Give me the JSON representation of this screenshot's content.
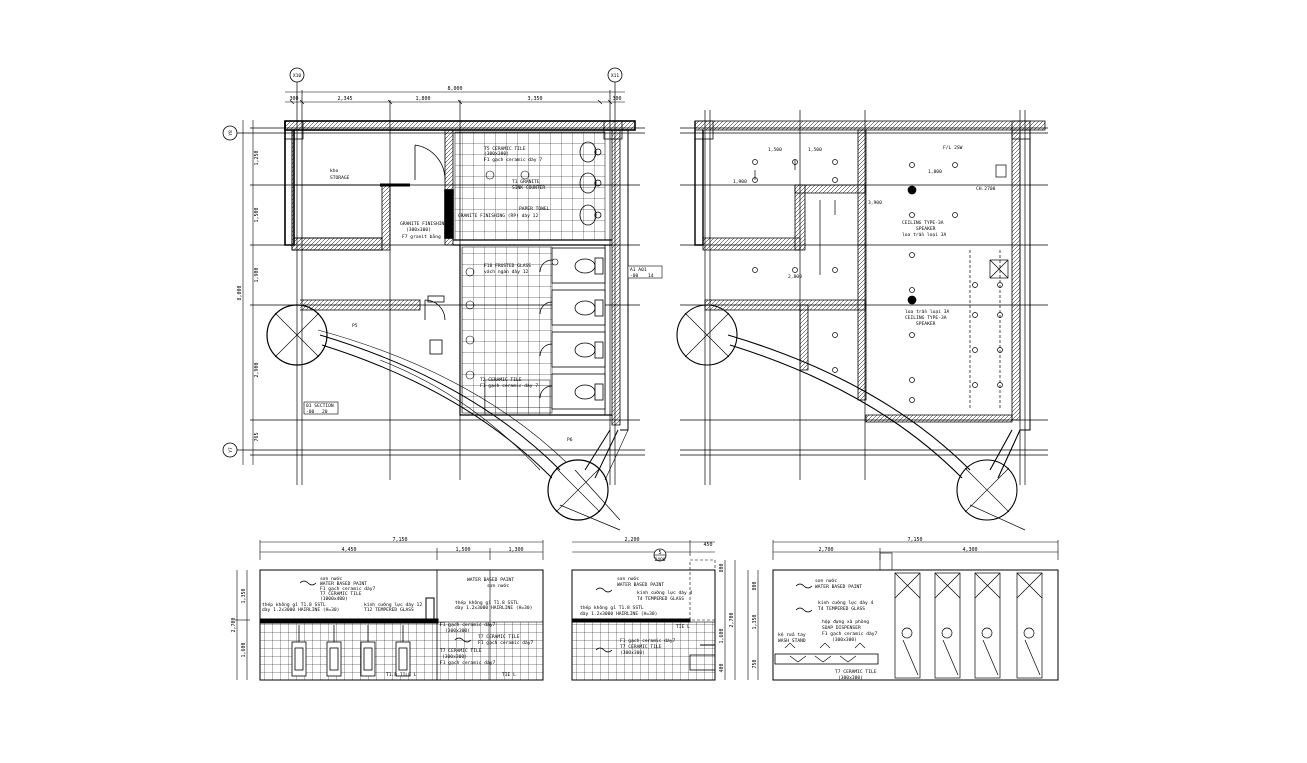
{
  "grid_bubbles": {
    "x10": "X10",
    "x11": "X11",
    "y8": "Y8",
    "y7": "Y7"
  },
  "plan": {
    "top_dims": {
      "overall": "8,000",
      "a": "300",
      "b": "2,345",
      "c": "1,800",
      "d": "3,350",
      "e": "300"
    },
    "left_dims": {
      "overall": "8,000",
      "a": "1,250",
      "b": "1,500",
      "c": "1,900",
      "d": "2,900",
      "e": "765"
    },
    "rooms": {
      "storage_vn": "kho",
      "storage": "STORAGE",
      "p5": "P5",
      "p6": "P6",
      "t5": "T5 CERAMIC TILE",
      "t5_size": "(300x300)",
      "t5_vn": "F1 gạch ceramic dày 7",
      "t1_sink": "T1 GRANITE",
      "t1_sink_vn": "SINK COUNTER",
      "granite_finishing": "GRANITE FINISHING",
      "granite_size": "(300x300)",
      "granite_vn": "F7 granit bằng",
      "paper_towel": "PAPER TOWEL",
      "granite_rp": "GRANITE FINISHING (RP) dày 12",
      "fixture_glass": "F18 FROSTED GLASS",
      "partition_vn": "vách ngăn dày 12",
      "t2": "T2 CERAMIC TILE",
      "t2_vn": "F1 gạch ceramic dày 7",
      "section_tag": "01 SECTION",
      "section_ref": "-00",
      "section_ref2": "20",
      "elev_tag": "A1 A01",
      "elev_ref": "-00",
      "elev_ref2": "14"
    }
  },
  "rcp": {
    "f1": "F/L 2SW",
    "ch": "CH.2700",
    "speaker1": "CEILING TYPE-3A",
    "speaker1b": "SPEAKER",
    "speaker1_vn": "loa trần loại 3A",
    "speaker2_vn": "loa trần loại 3A",
    "speaker2": "CEILING TYPE-3A",
    "speaker2b": "SPEAKER",
    "dims": [
      "1,500",
      "1,500",
      "1,800",
      "2,800",
      "3,900",
      "1,900"
    ]
  },
  "elev1": {
    "overall": "7,150",
    "parts": [
      "4,450",
      "1,500",
      "1,300"
    ],
    "heights": [
      "1,350",
      "2,700",
      "1,600"
    ],
    "notes": {
      "paint_vn": "sơn nước",
      "paint": "WATER BASED PAINT",
      "t7_vn": "F1 gạch ceramic dày7",
      "t7": "T7 CERAMIC TILE",
      "t7_size": "(1000x400)",
      "strip_vn": "thép không gỉ T1.8 SSTL",
      "strip_dim": "dày 1.2x3000 HAIRLINE (H=30)",
      "glass_vn": "kính cường lực dày 12",
      "glass": "T12 TEMPERED GLASS",
      "paint2": "WATER BASED PAINT",
      "paint2_vn": "sơn nước",
      "strip2": "thép không gỉ T1.8 SSTL",
      "strip2_dim": "dày 1.2x3000 HAIRLINE (H=30)",
      "t2_vn": "F1 gạch ceramic dày7",
      "t2_size": "(300x300)",
      "t7b": "T7 CERAMIC TILE",
      "t7b_vn": "F1 gạch ceramic dày7",
      "t7c": "T7 CERAMIC TILE",
      "t7c_size": "(300x300)",
      "t7c_vn": "F1 gạch ceramic dày7",
      "tile_l": "T1.8 TILE L",
      "tie_l": "TIE L"
    }
  },
  "elev2": {
    "top": [
      "2,200",
      "450"
    ],
    "heights": [
      "800",
      "2,700",
      "1,600",
      "400"
    ],
    "tag_num": "5",
    "tag_ref": "2400",
    "notes": {
      "paint_vn": "sơn nước",
      "paint": "WATER BASED PAINT",
      "glass_vn": "kính cường lực dày 4",
      "glass": "T4 TEMPERED GLASS",
      "strip_vn": "thép không gỉ T1.8 SSTL",
      "strip_dim": "dày 1.2x3000 HAIRLINE (H=30)",
      "tile_vn": "F1 gạch ceramic dày7",
      "t7": "T7 CERAMIC TILE",
      "t7_size": "(300x300)",
      "tie_l": "TIE L"
    }
  },
  "elev3": {
    "overall": "7,150",
    "parts": [
      "2,700",
      "4,300"
    ],
    "heights": [
      "800",
      "1,350",
      "750"
    ],
    "notes": {
      "paint_vn": "sơn nước",
      "paint": "WATER BASED PAINT",
      "glass_vn": "kính cường lực dày 4",
      "glass": "T4 TEMPERED GLASS",
      "soap_vn": "hộp đựng xà phòng",
      "soap": "SOAP DISPENSER",
      "t7_vn": "F1 gạch ceramic dày7",
      "t7_size": "(300x300)",
      "wash_vn": "kệ rửa tay",
      "wash": "WASH STAND",
      "t7": "T7 CERAMIC TILE",
      "t7b_size": "(300x300)"
    }
  }
}
